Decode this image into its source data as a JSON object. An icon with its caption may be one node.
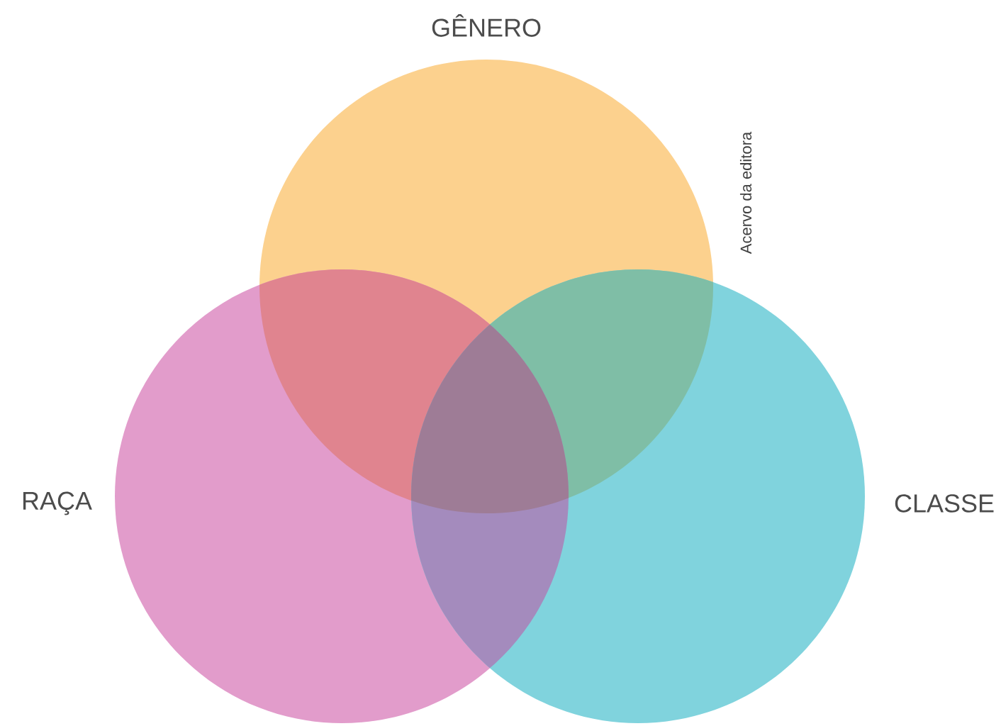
{
  "diagram": {
    "nodes": [
      {
        "text": [
          "GÊNERO"
        ]
      },
      {
        "text": [
          "RAÇA"
        ]
      },
      {
        "text": [
          "CLASSE"
        ]
      }
    ],
    "labels": [
      "Acervo da editora"
    ]
  }
}
